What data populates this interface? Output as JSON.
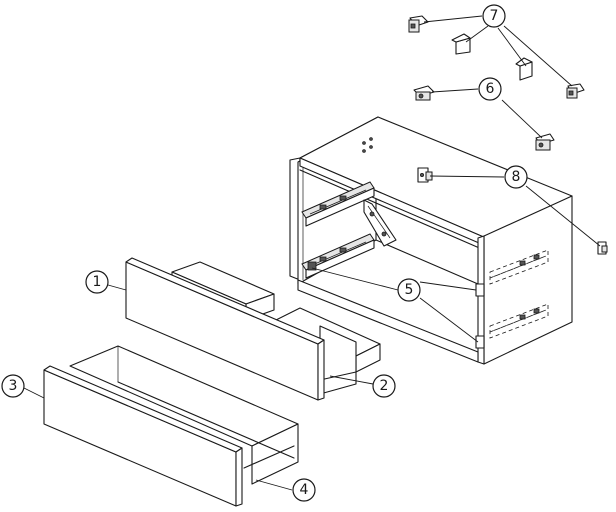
{
  "callouts": {
    "c1": "1",
    "c2": "2",
    "c3": "3",
    "c4": "4",
    "c5": "5",
    "c6": "6",
    "c7": "7",
    "c8": "8"
  },
  "colors": {
    "line": "#1a1a1a",
    "background": "#ffffff",
    "shade": "#e6e6e6"
  }
}
